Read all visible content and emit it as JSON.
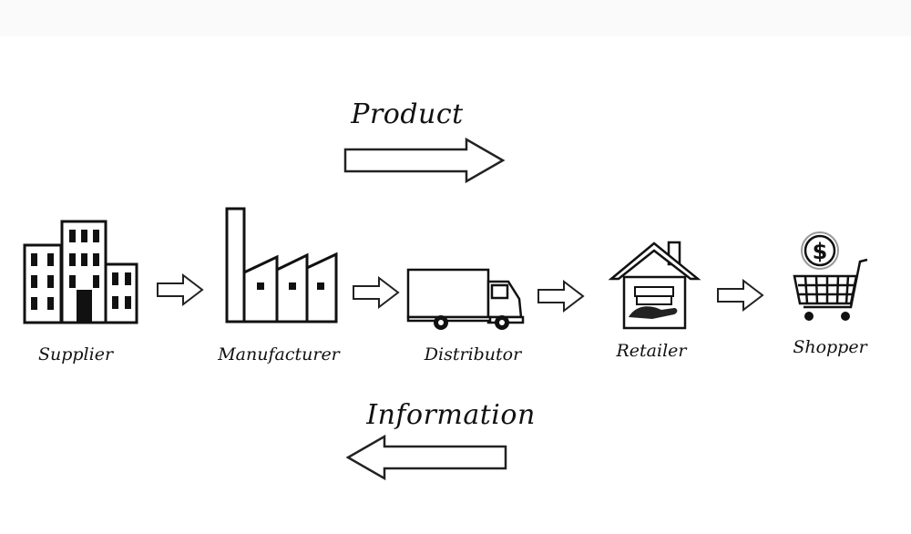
{
  "flow": {
    "product_label": "Product",
    "information_label": "Information"
  },
  "nodes": [
    {
      "label": "Supplier",
      "icon": "office-building-icon"
    },
    {
      "label": "Manufacturer",
      "icon": "factory-icon"
    },
    {
      "label": "Distributor",
      "icon": "delivery-truck-icon"
    },
    {
      "label": "Retailer",
      "icon": "store-house-icon"
    },
    {
      "label": "Shopper",
      "icon": "shopping-cart-dollar-icon"
    }
  ]
}
